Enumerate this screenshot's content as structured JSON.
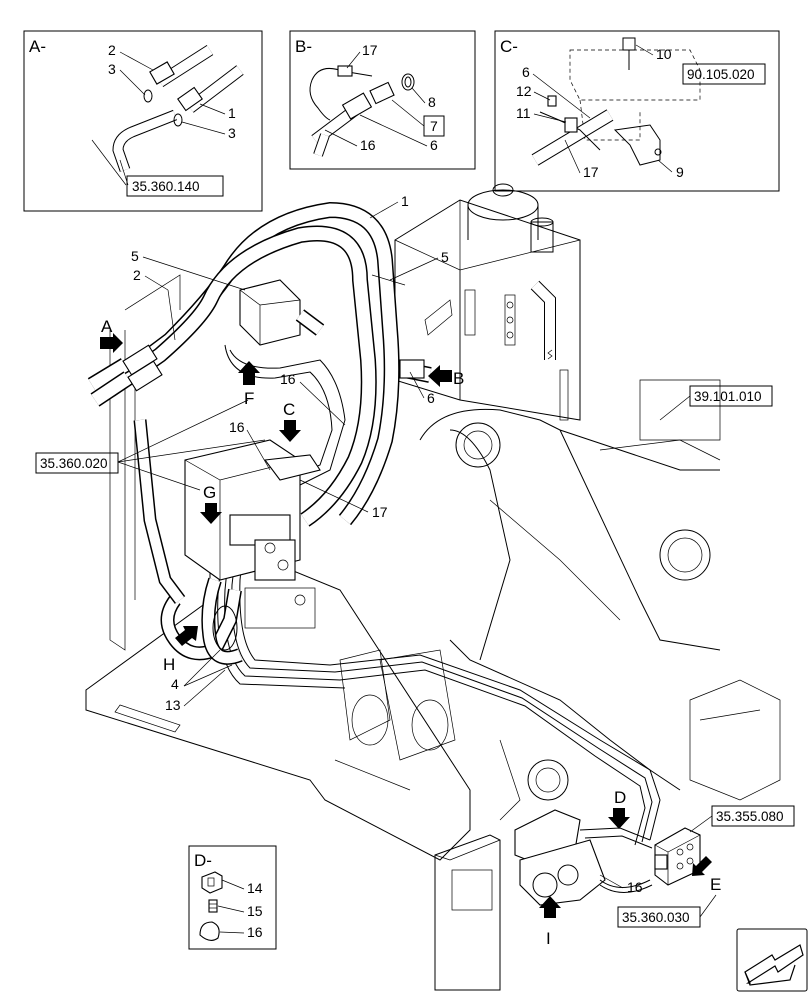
{
  "detail_views": {
    "A": {
      "label": "A-",
      "callouts": [
        "2",
        "3",
        "1",
        "3"
      ],
      "ref": "35.360.140"
    },
    "B": {
      "label": "B-",
      "callouts": [
        "17",
        "8",
        "7",
        "6",
        "16"
      ]
    },
    "C": {
      "label": "C-",
      "callouts": [
        "10",
        "6",
        "12",
        "11",
        "17",
        "9"
      ],
      "ref": "90.105.020"
    },
    "D": {
      "label": "D-",
      "callouts": [
        "14",
        "15",
        "16"
      ]
    }
  },
  "main_callouts": {
    "c1": "1",
    "c2": "2",
    "c5a": "5",
    "c5b": "5",
    "c6": "6",
    "c16a": "16",
    "c16b": "16",
    "c17": "17",
    "c4": "4",
    "c13": "13",
    "c16c": "16"
  },
  "view_arrows": {
    "A": "A",
    "B": "B",
    "C": "C",
    "D": "D",
    "E": "E",
    "F": "F",
    "G": "G",
    "H": "H",
    "I": "I"
  },
  "references": {
    "r1": "39.101.010",
    "r2": "35.360.020",
    "r3": "35.355.080",
    "r4": "35.360.030"
  }
}
